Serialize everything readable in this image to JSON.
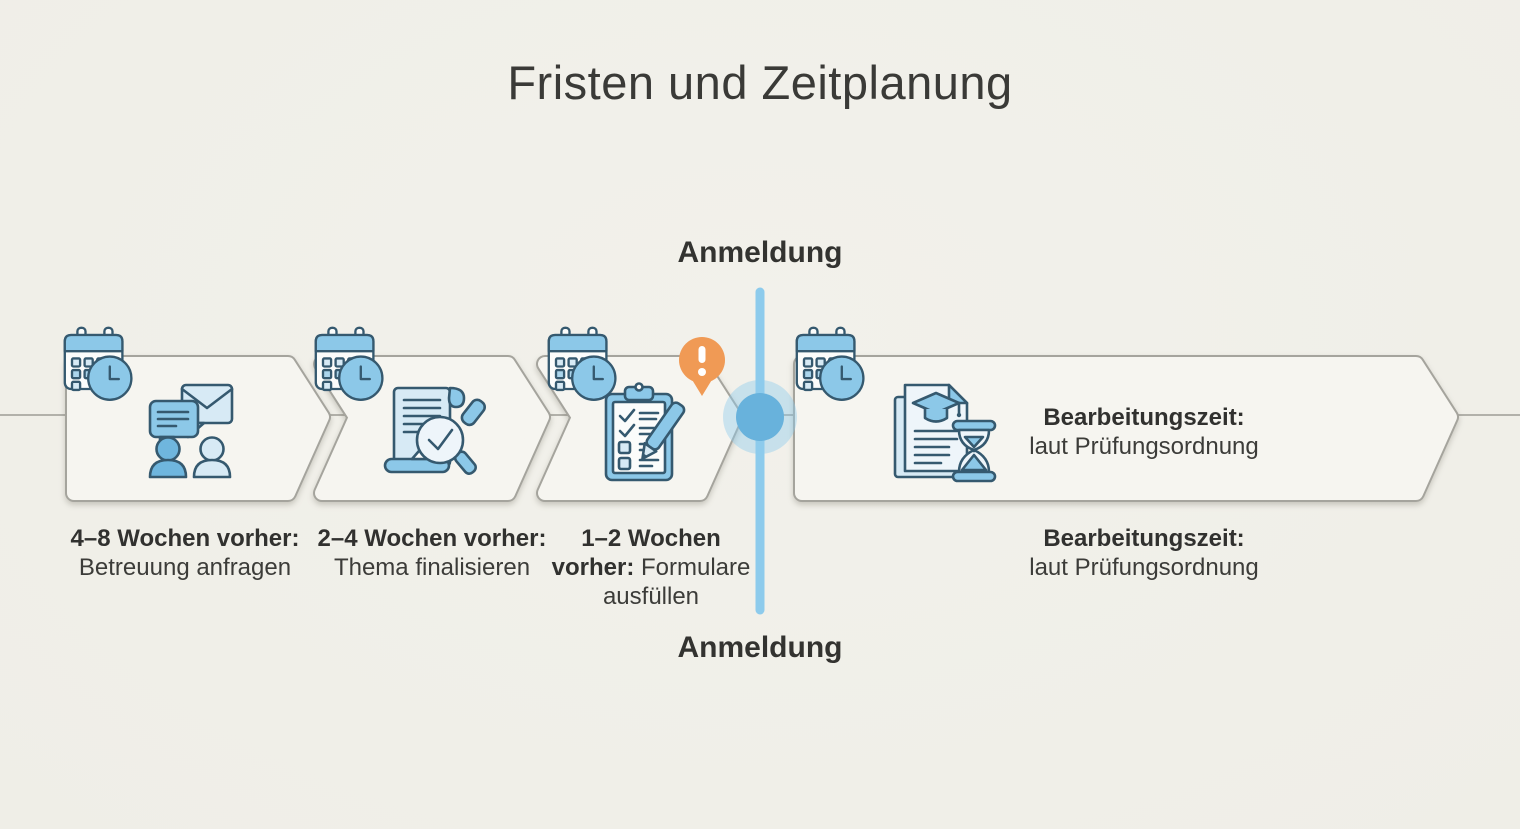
{
  "title": "Fristen und Zeitplanung",
  "milestone": {
    "top_label": "Anmeldung",
    "bottom_label": "Anmeldung"
  },
  "steps": [
    {
      "label_bold": "4–8 Wochen vorher:",
      "label_regular": "Betreuung anfragen",
      "badge_icon": "calendar-clock-icon",
      "main_icon": "consultation-chat-icon"
    },
    {
      "label_bold": "2–4 Wochen vorher:",
      "label_regular": "Thema finalisieren",
      "badge_icon": "calendar-clock-icon",
      "main_icon": "document-magnifier-check-icon"
    },
    {
      "label_bold": "1–2 Wochen vorher:",
      "label_regular": "Formulare ausfüllen",
      "badge_icon": "calendar-clock-icon",
      "main_icon": "clipboard-checklist-pen-icon",
      "alert_icon": "exclamation-pin-icon"
    },
    {
      "label_bold": "Bearbeitungszeit:",
      "label_regular": "laut Prüfungsordnung",
      "panel_bold": "Bearbeitungszeit:",
      "panel_regular": "laut Prüfungsordnung",
      "badge_icon": "calendar-clock-icon",
      "main_icon": "thesis-document-hourglass-icon"
    }
  ],
  "colors": {
    "background": "#f0efe9",
    "chevron_fill": "#f6f5f0",
    "chevron_border": "#a5a49d",
    "timeline_gray": "#b2b1aa",
    "accent_blue": "#8dcbec",
    "accent_blue_dark": "#68b2dc",
    "icon_outline": "#35596f",
    "icon_blue": "#8cc8e8",
    "icon_blue_light": "#d7eaf5",
    "alert_orange": "#f09a55",
    "text_dark": "#31312f",
    "text_regular": "#3c3c39"
  }
}
